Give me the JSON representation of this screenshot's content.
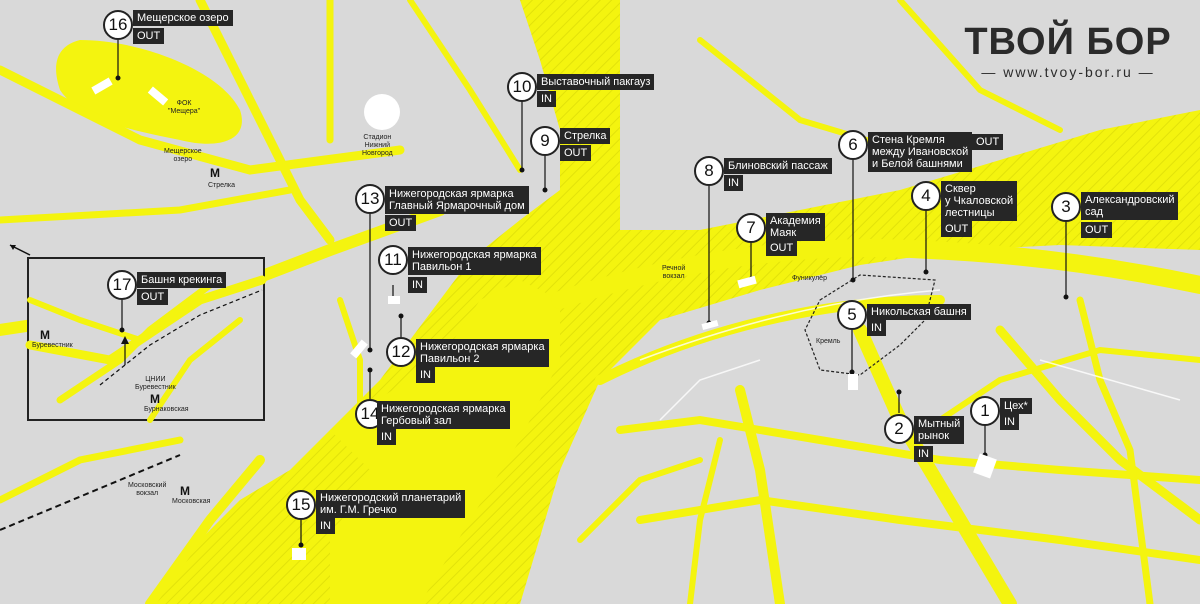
{
  "brand": {
    "title": "ТВОЙ БОР",
    "url": "— www.tvoy-bor.ru —"
  },
  "colors": {
    "road": "#f4f40f",
    "ground": "#d9d9d9",
    "label": "#262626",
    "water_hatch": "#e6e60a"
  },
  "map_labels": {
    "fok": "ФОК\n\"Мещера\"",
    "lake": "Мещерское\nозеро",
    "strelka_metro": "Стрелка",
    "stadium": "Стадион\nНижний\nНовгород",
    "river_station": "Речной\nвокзал",
    "funicular": "Фуникулёр",
    "kremlin": "Кремль",
    "burevestnik": "Буревестник",
    "cniii": "ЦНИИ\nБуревестник",
    "burnakovskaya": "Бурнаковская",
    "moscow_station": "Московский\nвокзал",
    "moskovskaya": "Московская",
    "metro_symbol": "М"
  },
  "points": [
    {
      "n": "1",
      "name": "Цех*",
      "status": "IN"
    },
    {
      "n": "2",
      "name": "Мытный\nрынок",
      "status": "IN"
    },
    {
      "n": "3",
      "name": "Александровский\nсад",
      "status": "OUT"
    },
    {
      "n": "4",
      "name": "Сквер\nу Чкаловской\nлестницы",
      "status": "OUT"
    },
    {
      "n": "5",
      "name": "Никольская башня",
      "status": "IN"
    },
    {
      "n": "6",
      "name": "Стена Кремля\nмежду Ивановской\nи Белой башнями",
      "status": "OUT"
    },
    {
      "n": "7",
      "name": "Академия\nМаяк",
      "status": "OUT"
    },
    {
      "n": "8",
      "name": "Блиновский пассаж",
      "status": "IN"
    },
    {
      "n": "9",
      "name": "Стрелка",
      "status": "OUT"
    },
    {
      "n": "10",
      "name": "Выставочный пакгауз",
      "status": "IN"
    },
    {
      "n": "11",
      "name": "Нижегородская ярмарка\nПавильон 1",
      "status": "IN"
    },
    {
      "n": "12",
      "name": "Нижегородская ярмарка\nПавильон 2",
      "status": "IN"
    },
    {
      "n": "13",
      "name": "Нижегородская ярмарка\nГлавный Ярмарочный дом",
      "status": "OUT"
    },
    {
      "n": "14",
      "name": "Нижегородская ярмарка\nГербовый зал",
      "status": "IN"
    },
    {
      "n": "15",
      "name": "Нижегородский планетарий\nим. Г.М. Гречко",
      "status": "IN"
    },
    {
      "n": "16",
      "name": "Мещерское озеро",
      "status": "OUT"
    },
    {
      "n": "17",
      "name": "Башня крекинга",
      "status": "OUT"
    }
  ]
}
